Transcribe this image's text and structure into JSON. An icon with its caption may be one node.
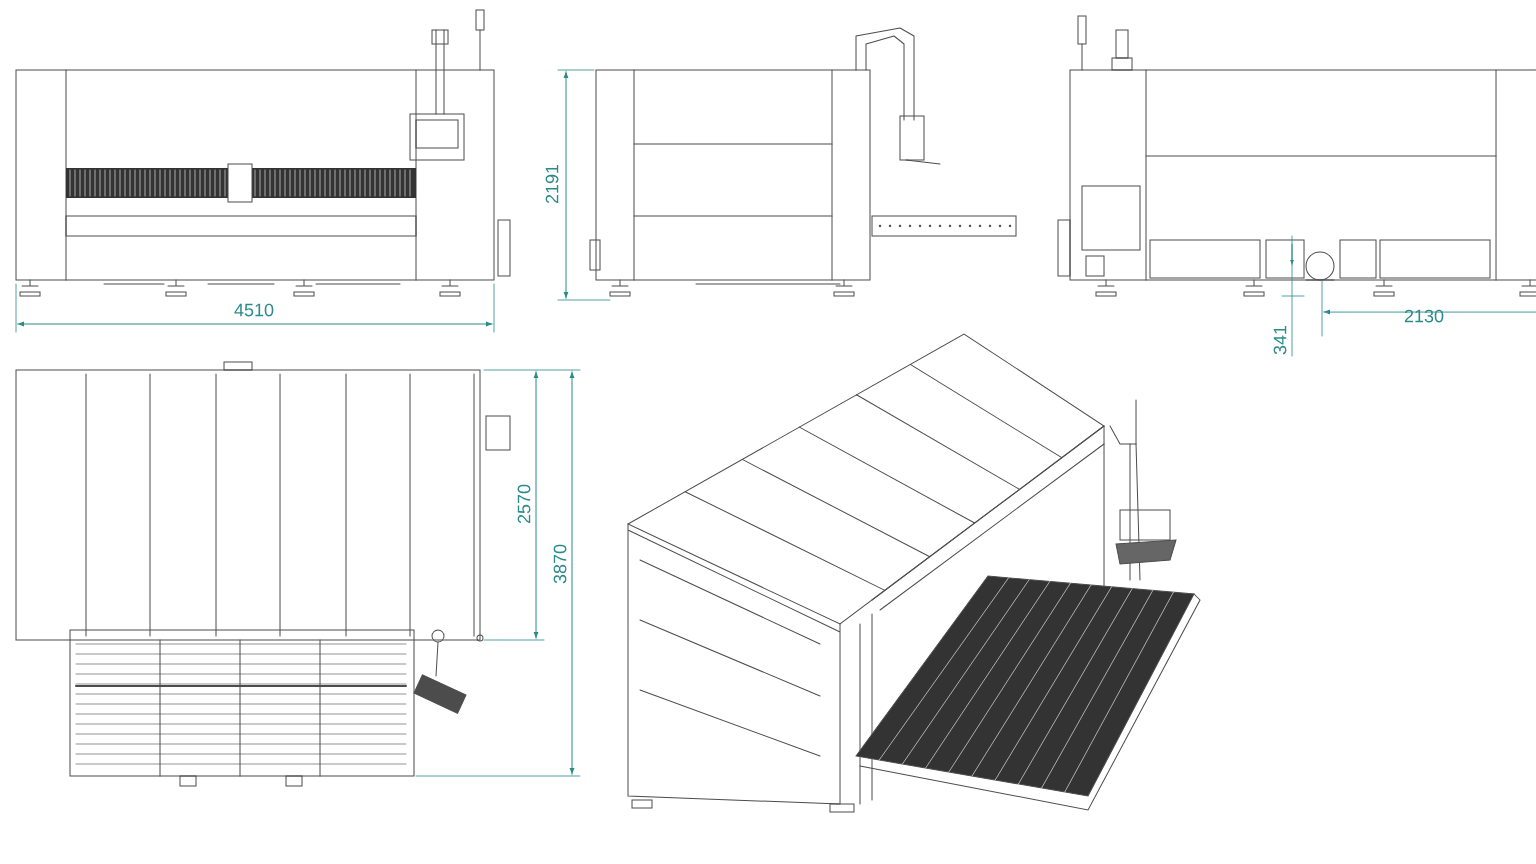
{
  "diagram": {
    "labels": [
      "4510",
      "2191",
      "341",
      "2130",
      "2570",
      "3870"
    ]
  }
}
